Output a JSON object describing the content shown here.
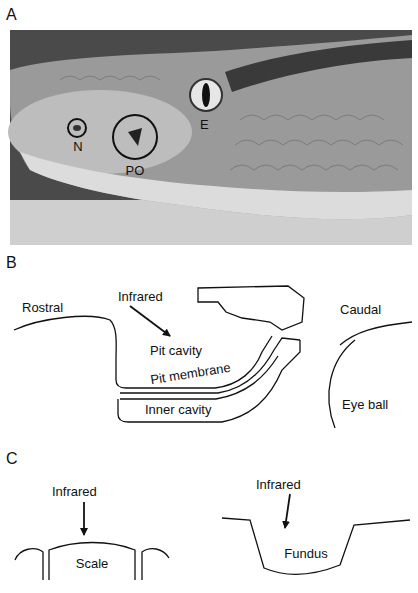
{
  "diagram": {
    "nodes": [
      {
        "text": [
          "N"
        ]
      },
      {
        "text": [
          "PO"
        ]
      },
      {
        "text": [
          "Scale"
        ]
      },
      {
        "text": [
          "Fundus"
        ]
      }
    ],
    "labels": [
      "A",
      "E",
      "B",
      "Infrared",
      "Rostral",
      "Caudal",
      "Pit cavity",
      "Pit membrane",
      "Inner cavity",
      "Eye ball",
      "C",
      "Infrared",
      "Infrared"
    ]
  }
}
